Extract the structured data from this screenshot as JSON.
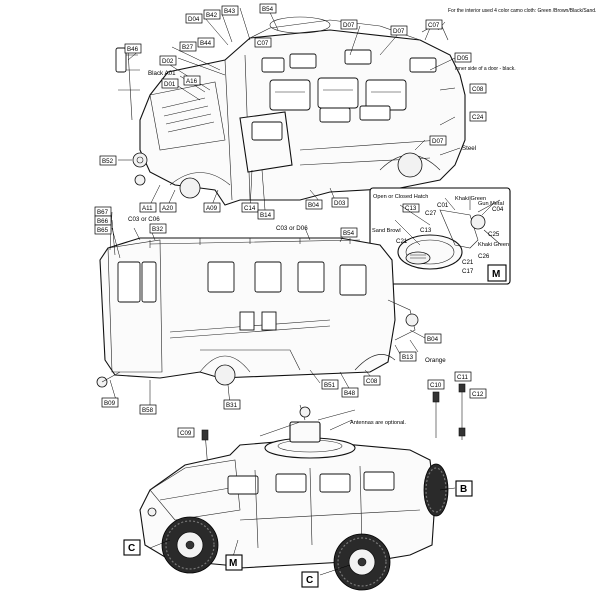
{
  "labels": {
    "b54_top": "B54",
    "b43": "B43",
    "b42": "B42",
    "d04": "D04",
    "c07_a": "C07",
    "d07_a": "D07",
    "d07_b": "D07",
    "c07_b": "C07",
    "b46": "B46",
    "b27": "B27",
    "b44": "B44",
    "d02": "D02",
    "black_a01": "Black A01",
    "a16": "A16",
    "d01": "D01",
    "d05": "D05",
    "c08": "C08",
    "c24": "C24",
    "d07_c": "D07",
    "steel": "Steel",
    "b52": "B52",
    "a11": "A11",
    "a20": "A20",
    "a09": "A09",
    "c14": "C14",
    "b14": "B14",
    "b04_a": "B04",
    "d03": "D03",
    "b67": "B67",
    "b66": "B66",
    "b65": "B65",
    "c03_or_c06_a": "C03 or C06",
    "b32": "B32",
    "c03_or_d06_b": "C03 or D06",
    "b54_mid": "B54",
    "b04_b": "B04",
    "b13": "B13",
    "orange": "Orange",
    "b09": "B09",
    "b58": "B58",
    "b31": "B31",
    "b51": "B51",
    "b48": "B48",
    "c08_b": "C08",
    "c10": "C10",
    "c11": "C11",
    "c12": "C12",
    "c09": "C09",
    "antennas": "Antennas are optional."
  },
  "interior_note": "For the interior used 4 color camo cloth: Green /Brown/Black/Sand.",
  "door_note": "Inner side of a door - black.",
  "detail_m": {
    "title": "Open or Closed Hatch",
    "c13": "C13",
    "c01": "C01",
    "c27": "C27",
    "khaki_green": "Khaki Green",
    "gun_metal": "Gun Metal",
    "c13_b": "C13",
    "c04": "C04",
    "c25": "C25",
    "sand_brown": "Sand Browl",
    "c21_a": "C21",
    "khaki_green_b": "Khaki Green",
    "c26": "C26",
    "c21_b": "C21",
    "c17": "C17",
    "key": "M"
  },
  "callouts": {
    "b": "B",
    "c_left": "C",
    "m": "M",
    "c_bottom": "C"
  },
  "colors": {
    "ink": "#000000",
    "paper": "#ffffff",
    "tire": "#2a2a2a"
  }
}
